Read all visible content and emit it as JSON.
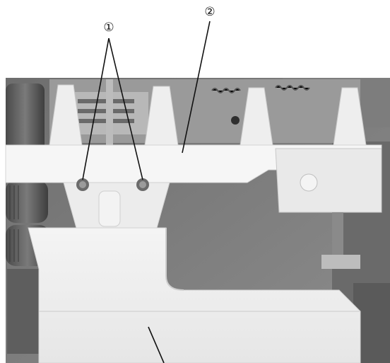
{
  "figure": {
    "callouts": [
      {
        "id": "1",
        "label": "①"
      },
      {
        "id": "2",
        "label": "②"
      }
    ]
  },
  "colors": {
    "background": "#ffffff",
    "photo_dark": "#5a5a5a",
    "photo_mid": "#8e8e8e",
    "machine_white": "#f2f2f2",
    "leader_line": "#111111"
  }
}
